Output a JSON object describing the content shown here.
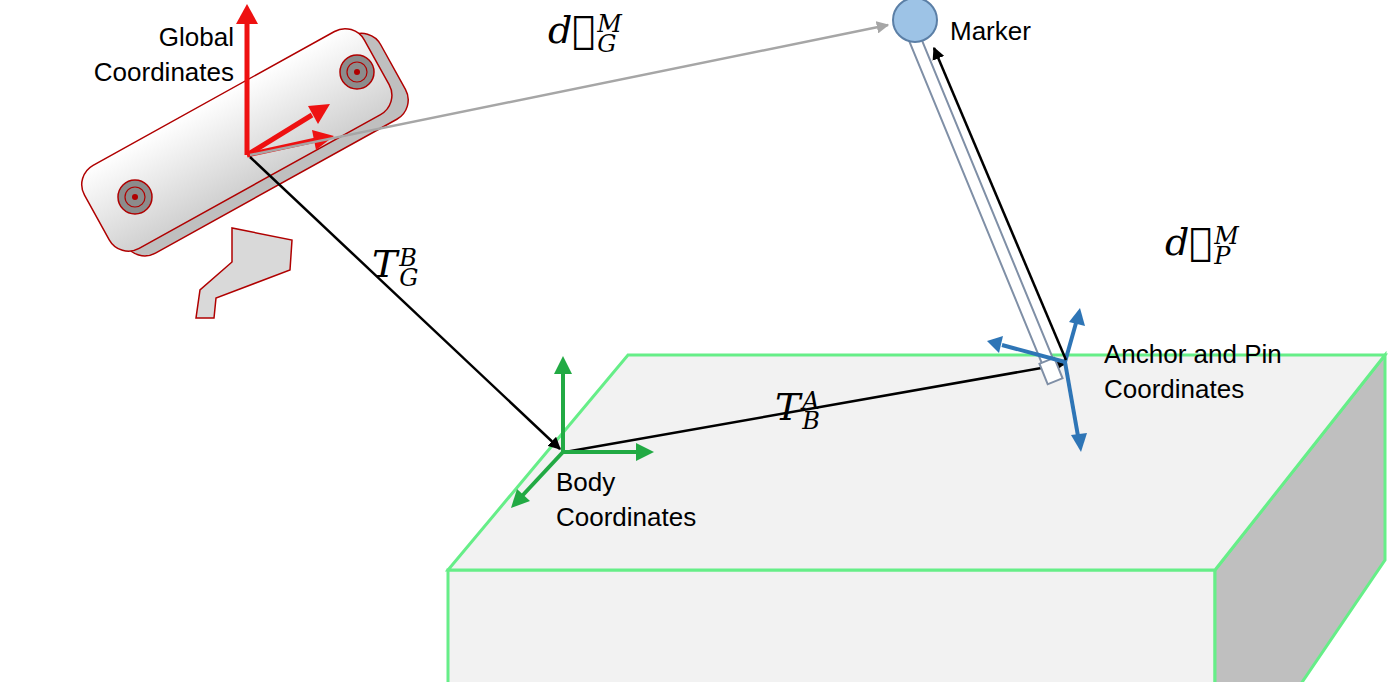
{
  "diagram": {
    "labels": [
      "Global Coordinates",
      "d⃗GM",
      "Marker",
      "TGB",
      "d⃗PM",
      "Anchor and Pin Coordinates",
      "TBA",
      "Body Coordinates"
    ]
  }
}
